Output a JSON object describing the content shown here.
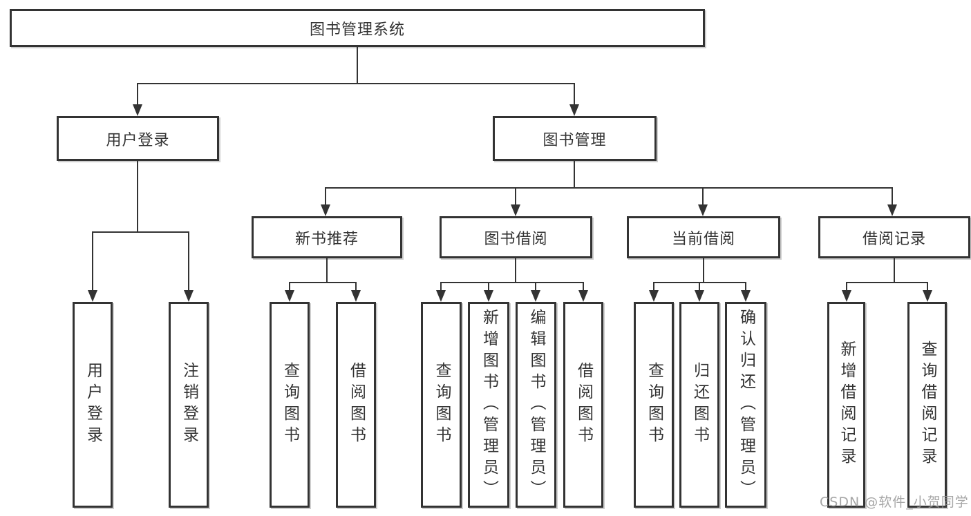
{
  "root": {
    "label": "图书管理系统"
  },
  "branches": {
    "user_login": {
      "label": "用户登录",
      "children": [
        "用户登录",
        "注销登录"
      ]
    },
    "book_management": {
      "label": "图书管理",
      "sections": [
        {
          "label": "新书推荐",
          "children": [
            "查询图书",
            "借阅图书"
          ]
        },
        {
          "label": "图书借阅",
          "children": [
            "查询图书",
            "新增图书（管理员）",
            "编辑图书（管理员）",
            "借阅图书"
          ]
        },
        {
          "label": "当前借阅",
          "children": [
            "查询图书",
            "归还图书",
            "确认归还（管理员）"
          ]
        },
        {
          "label": "借阅记录",
          "children": [
            "新增借阅记录",
            "查询借阅记录"
          ]
        }
      ]
    }
  },
  "watermark": "CSDN @软件_小贺同学",
  "colors": {
    "line": "#333333",
    "text": "#333333",
    "watermark": "#969696",
    "background": "#ffffff"
  }
}
